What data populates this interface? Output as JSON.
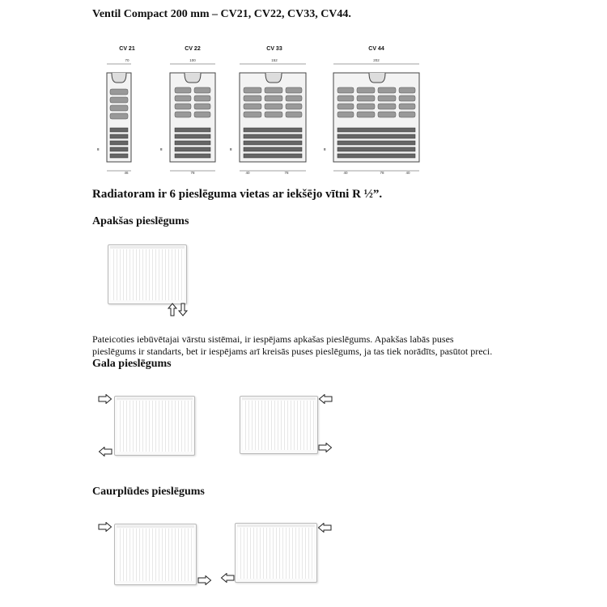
{
  "title": "Ventil Compact 200 mm – CV21, CV22, CV33, CV44.",
  "types": [
    {
      "label": "CV 21",
      "top_dim": "70",
      "bottom_dims": [
        "46"
      ],
      "side_mark": "8"
    },
    {
      "label": "CV 22",
      "top_dim": "100",
      "bottom_dims": [
        "78"
      ],
      "side_mark": "8"
    },
    {
      "label": "CV 33",
      "top_dim": "152",
      "bottom_dims": [
        "40",
        "78"
      ],
      "side_mark": "8"
    },
    {
      "label": "CV 44",
      "top_dim": "202",
      "bottom_dims": [
        "40",
        "78",
        "40"
      ],
      "side_mark": "8"
    }
  ],
  "connections_heading": "Radiatoram ir 6 pieslēguma vietas ar iekšējo vītni R ½”.",
  "bottom_connection": {
    "heading": "Apakšas pieslēgums",
    "text_lines": [
      "Pateicoties iebūvētajai vārstu sistēmai, ir iespējams apkašas pieslēgums. Apakšas labās puses",
      "pieslēgums ir standarts, bet ir iespējams arī kreisās puses pieslēgums, ja tas tiek norādīts, pasūtot preci."
    ]
  },
  "side_connection": {
    "heading": "Gala pieslēgums"
  },
  "flow_connection": {
    "heading": "Caurplūdes pieslēgums"
  }
}
